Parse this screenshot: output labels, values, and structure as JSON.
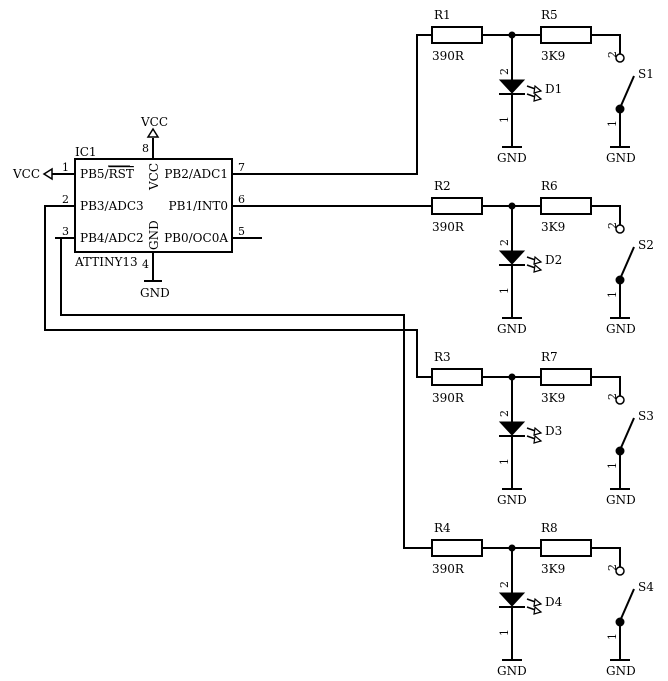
{
  "ic": {
    "ref": "IC1",
    "part": "ATTINY13",
    "power_net": "VCC",
    "pins": [
      {
        "num": "1",
        "name": "PB5/",
        "name_overbar": "RST"
      },
      {
        "num": "2",
        "name": "PB3/ADC3"
      },
      {
        "num": "3",
        "name": "PB4/ADC2"
      },
      {
        "num": "7",
        "name": "PB2/ADC1"
      },
      {
        "num": "6",
        "name": "PB1/INT0"
      },
      {
        "num": "5",
        "name": "PB0/OC0A"
      },
      {
        "num": "8",
        "name": "VCC"
      },
      {
        "num": "4",
        "name": "GND"
      }
    ],
    "vcc_top_label": "VCC",
    "vcc_left_label": "VCC",
    "gnd_label": "GND"
  },
  "channels": [
    {
      "r1_ref": "R1",
      "r1_val": "390R",
      "r2_ref": "R5",
      "r2_val": "3K9",
      "led_ref": "D1",
      "sw_ref": "S1",
      "led_pin_top": "2",
      "led_pin_bot": "1",
      "sw_pin_top": "2",
      "sw_pin_bot": "1",
      "gnd_led": "GND",
      "gnd_sw": "GND"
    },
    {
      "r1_ref": "R2",
      "r1_val": "390R",
      "r2_ref": "R6",
      "r2_val": "3K9",
      "led_ref": "D2",
      "sw_ref": "S2",
      "led_pin_top": "2",
      "led_pin_bot": "1",
      "sw_pin_top": "2",
      "sw_pin_bot": "1",
      "gnd_led": "GND",
      "gnd_sw": "GND"
    },
    {
      "r1_ref": "R3",
      "r1_val": "390R",
      "r2_ref": "R7",
      "r2_val": "3K9",
      "led_ref": "D3",
      "sw_ref": "S3",
      "led_pin_top": "2",
      "led_pin_bot": "1",
      "sw_pin_top": "2",
      "sw_pin_bot": "1",
      "gnd_led": "GND",
      "gnd_sw": "GND"
    },
    {
      "r1_ref": "R4",
      "r1_val": "390R",
      "r2_ref": "R8",
      "r2_val": "3K9",
      "led_ref": "D4",
      "sw_ref": "S4",
      "led_pin_top": "2",
      "led_pin_bot": "1",
      "sw_pin_top": "2",
      "sw_pin_bot": "1",
      "gnd_led": "GND",
      "gnd_sw": "GND"
    }
  ]
}
